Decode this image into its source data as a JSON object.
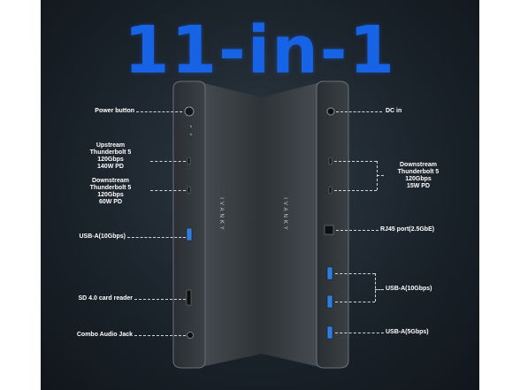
{
  "headline": "11-in-1",
  "brand": "IVANKY",
  "left_callouts": {
    "power": "Power button",
    "upstream_1": "Upstream",
    "upstream_2": "Thunderbolt 5",
    "upstream_3": "120Gbps",
    "upstream_4": "140W PD",
    "downstream_l_1": "Downstream",
    "downstream_l_2": "Thunderbolt 5",
    "downstream_l_3": "120Gbps",
    "downstream_l_4": "60W PD",
    "usba": "USB-A(10Gbps)",
    "sd": "SD 4.0 card reader",
    "audio": "Combo Audio Jack"
  },
  "right_callouts": {
    "dcin": "DC in",
    "downstream_r_1": "Downstream",
    "downstream_r_2": "Thunderbolt 5",
    "downstream_r_3": "120Gbps",
    "downstream_r_4": "15W PD",
    "rj45": "RJ45 port(2.5GbE)",
    "usba10": "USB-A(10Gbps)",
    "usba5": "USB-A(5Gbps)"
  },
  "colors": {
    "headline": "#1763e6",
    "usb_blue": "#2f7de1",
    "device": "#3d4348"
  }
}
